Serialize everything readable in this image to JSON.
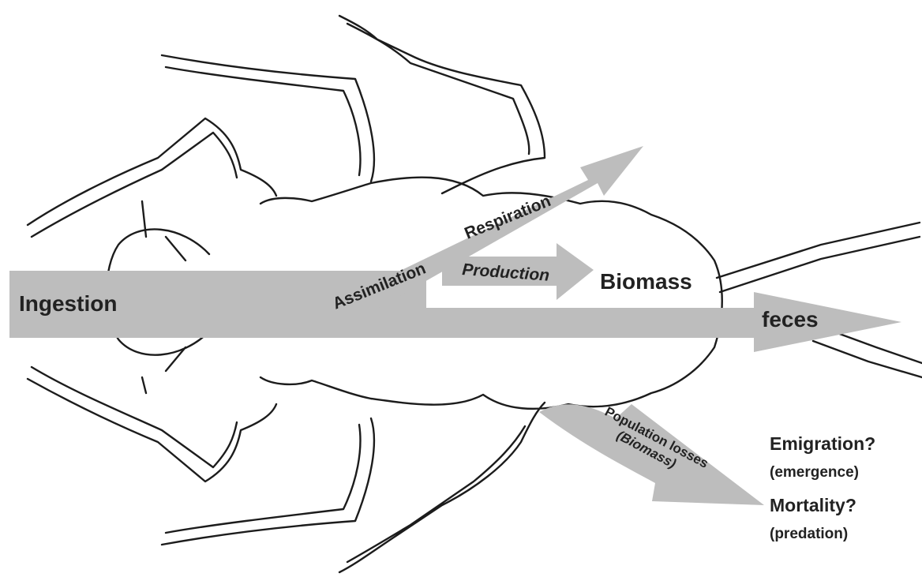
{
  "colors": {
    "arrow_fill": "#bdbdbd",
    "outline": "#1c1c1c",
    "text": "#222222",
    "background": "#ffffff"
  },
  "flows": {
    "ingestion": "Ingestion",
    "assimilation": "Assimilation",
    "respiration": "Respiration",
    "production": "Production",
    "biomass": "Biomass",
    "feces": "feces",
    "population_losses_line1": "Population losses",
    "population_losses_line2": "(Biomass)"
  },
  "fates": [
    {
      "title": "Emigration?",
      "detail": "(emergence)"
    },
    {
      "title": "Mortality?",
      "detail": "(predation)"
    }
  ]
}
